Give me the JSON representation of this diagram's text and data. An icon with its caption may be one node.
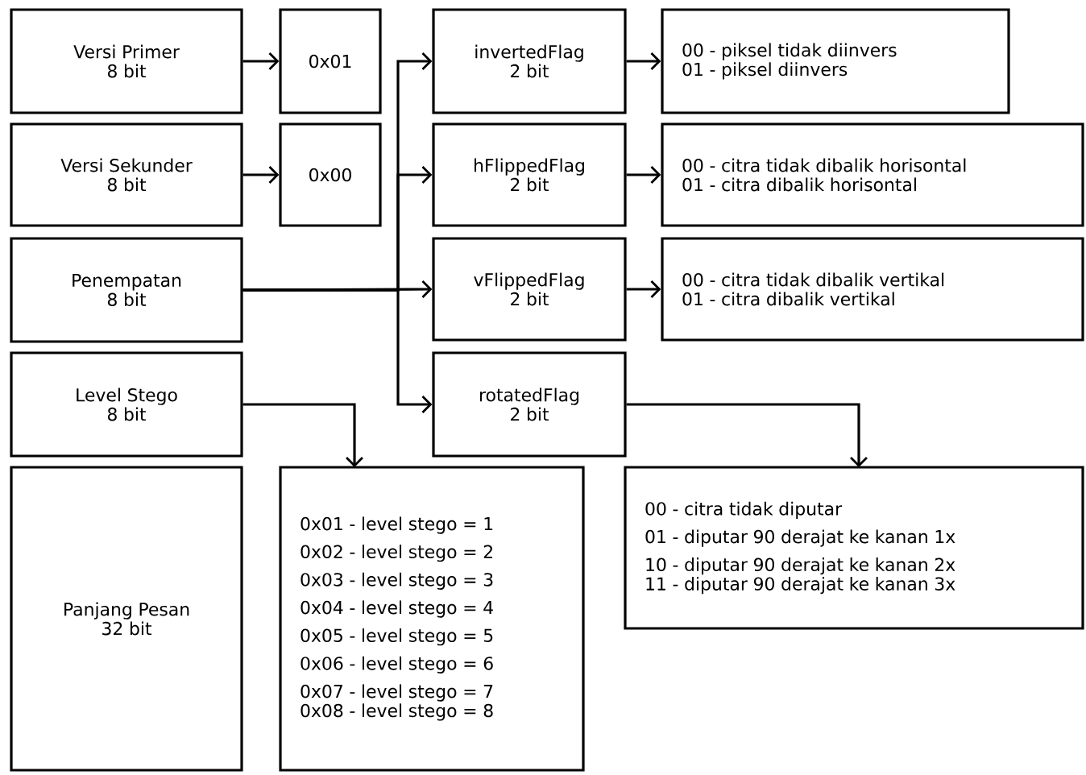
{
  "diagram": {
    "nodes": [
      {
        "text": [
          "Versi Primer",
          "8 bit"
        ]
      },
      {
        "text": [
          "Versi Sekunder",
          "8 bit"
        ]
      },
      {
        "text": [
          "Penempatan",
          "8 bit"
        ]
      },
      {
        "text": [
          "Level Stego",
          "8 bit"
        ]
      },
      {
        "text": [
          "Panjang Pesan",
          "32 bit"
        ]
      },
      {
        "text": [
          "0x01"
        ]
      },
      {
        "text": [
          "0x00"
        ]
      },
      {
        "text": [
          "invertedFlag",
          "2 bit"
        ]
      },
      {
        "text": [
          "hFlippedFlag",
          "2 bit"
        ]
      },
      {
        "text": [
          "vFlippedFlag",
          "2 bit"
        ]
      },
      {
        "text": [
          "rotatedFlag",
          "2 bit"
        ]
      },
      {
        "text": [
          "00 - piksel tidak diinvers",
          "01 - piksel diinvers"
        ]
      },
      {
        "text": [
          "00 - citra tidak dibalik horisontal",
          "01 - citra dibalik horisontal"
        ]
      },
      {
        "text": [
          "00 - citra tidak dibalik vertikal",
          "01 - citra dibalik vertikal"
        ]
      },
      {
        "text": [
          "00 - citra tidak diputar",
          "01 - diputar 90 derajat ke kanan 1x",
          "10 - diputar 90 derajat ke kanan 2x",
          "11 - diputar 90 derajat ke kanan 3x"
        ]
      },
      {
        "text": [
          "0x01 - level stego = 1",
          "0x02 - level stego = 2",
          "0x03 - level stego = 3",
          "0x04 - level stego = 4",
          "0x05 - level stego = 5",
          "0x06 - level stego = 6",
          "0x07 - level stego = 7",
          "0x08 - level stego = 8"
        ]
      }
    ],
    "edges": [
      {
        "from": 0,
        "to": 5,
        "arrow": "to"
      },
      {
        "from": 1,
        "to": 6,
        "arrow": "to"
      },
      {
        "from": 2,
        "to": 7,
        "arrow": "to"
      },
      {
        "from": 2,
        "to": 8,
        "arrow": "to"
      },
      {
        "from": 2,
        "to": 9,
        "arrow": "to"
      },
      {
        "from": 2,
        "to": 10,
        "arrow": "to"
      },
      {
        "from": 3,
        "to": 15,
        "arrow": "to"
      },
      {
        "from": 7,
        "to": 11,
        "arrow": "to"
      },
      {
        "from": 8,
        "to": 12,
        "arrow": "to"
      },
      {
        "from": 9,
        "to": 13,
        "arrow": "to"
      },
      {
        "from": 10,
        "to": 14,
        "arrow": "to"
      }
    ]
  }
}
